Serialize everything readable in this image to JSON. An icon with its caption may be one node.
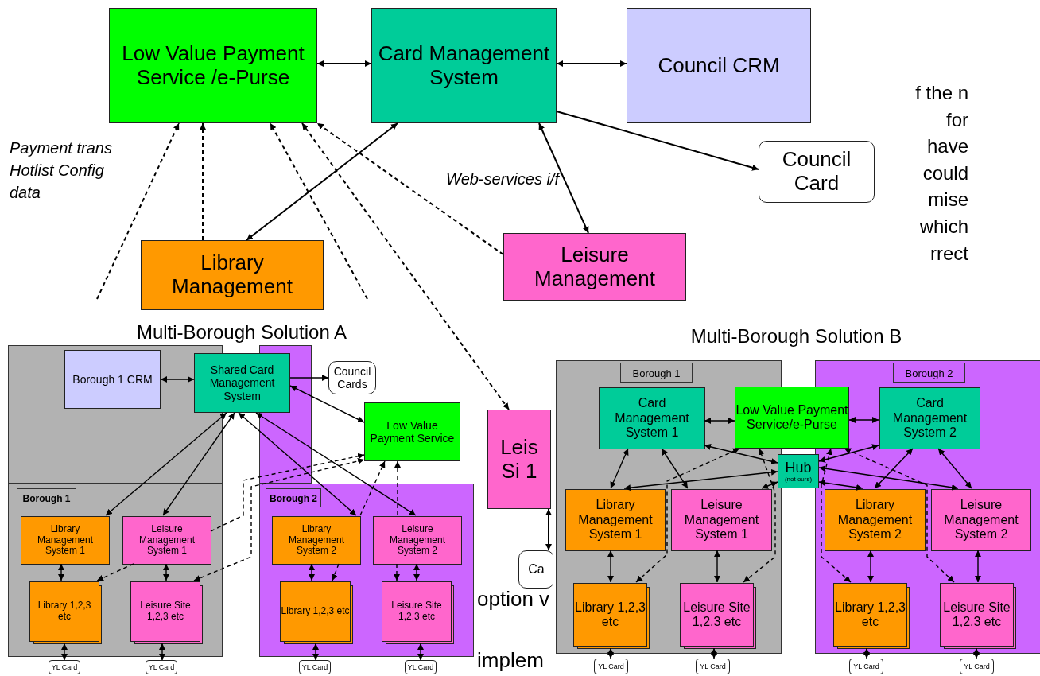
{
  "diagram": {
    "nodes": [
      {
        "text": [
          "Low Value Payment Service /e-Purse"
        ]
      },
      {
        "text": [
          "Card Management System"
        ]
      },
      {
        "text": [
          "Council CRM"
        ]
      },
      {
        "text": [
          "Council Card"
        ]
      },
      {
        "text": [
          "Library Management"
        ]
      },
      {
        "text": [
          "Leisure Management"
        ]
      },
      {
        "text": [
          "Leis Si 1"
        ]
      },
      {
        "text": [
          "Ca"
        ]
      },
      {
        "text": [
          "Multi-Borough Solution A"
        ]
      },
      {
        "text": [
          "Borough 1 CRM"
        ],
        "in": 8
      },
      {
        "text": [
          "Shared Card Management System"
        ],
        "in": 8
      },
      {
        "text": [
          "Council Cards"
        ],
        "in": 8
      },
      {
        "text": [
          "Low Value Payment Service"
        ],
        "in": 8
      },
      {
        "text": [
          "Borough 1"
        ],
        "in": 8
      },
      {
        "text": [
          "Library Management System 1"
        ],
        "in": 13
      },
      {
        "text": [
          "Leisure Management System 1"
        ],
        "in": 13
      },
      {
        "text": [
          "Library 1,2,3 etc"
        ],
        "in": 13
      },
      {
        "text": [
          "Leisure Site 1,2,3 etc"
        ],
        "in": 13
      },
      {
        "text": [
          "Borough 2"
        ],
        "in": 8
      },
      {
        "text": [
          "Library Management System 2"
        ],
        "in": 18
      },
      {
        "text": [
          "Leisure Management System 2"
        ],
        "in": 18
      },
      {
        "text": [
          "Library 1,2,3 etc"
        ],
        "in": 18
      },
      {
        "text": [
          "Leisure Site 1,2,3 etc"
        ],
        "in": 18
      },
      {
        "text": [
          "YL Card"
        ],
        "in": 8
      },
      {
        "text": [
          "YL Card"
        ],
        "in": 8
      },
      {
        "text": [
          "YL Card"
        ],
        "in": 8
      },
      {
        "text": [
          "YL Card"
        ],
        "in": 8
      },
      {
        "text": [
          "Multi-Borough Solution B"
        ]
      },
      {
        "text": [
          "Borough 1"
        ],
        "in": 27
      },
      {
        "text": [
          "Card Management System 1"
        ],
        "in": 28
      },
      {
        "text": [
          "Low Value Payment Service/e-Purse"
        ],
        "in": 27
      },
      {
        "text": [
          "Hub",
          "(not ours)"
        ],
        "in": 27
      },
      {
        "text": [
          "Library Management System 1"
        ],
        "in": 28
      },
      {
        "text": [
          "Leisure Management System 1"
        ],
        "in": 28
      },
      {
        "text": [
          "Library 1,2,3 etc"
        ],
        "in": 28
      },
      {
        "text": [
          "Leisure Site 1,2,3 etc"
        ],
        "in": 28
      },
      {
        "text": [
          "Borough 2"
        ],
        "in": 27
      },
      {
        "text": [
          "Card Management System 2"
        ],
        "in": 36
      },
      {
        "text": [
          "Library Management System 2"
        ],
        "in": 36
      },
      {
        "text": [
          "Leisure Management System 2"
        ],
        "in": 36
      },
      {
        "text": [
          "Library 1,2,3 etc"
        ],
        "in": 36
      },
      {
        "text": [
          "Leisure Site 1,2,3 etc"
        ],
        "in": 36
      },
      {
        "text": [
          "YL Card"
        ],
        "in": 27
      },
      {
        "text": [
          "YL Card"
        ],
        "in": 27
      },
      {
        "text": [
          "YL Card"
        ],
        "in": 27
      },
      {
        "text": [
          "YL Card"
        ],
        "in": 27
      }
    ],
    "edges": [
      {
        "from": 0,
        "to": 1,
        "arrow": "both"
      },
      {
        "from": 1,
        "to": 2,
        "arrow": "both"
      },
      {
        "from": 1,
        "to": 3,
        "arrow": "to"
      },
      {
        "from": 1,
        "to": 4,
        "arrow": "both"
      },
      {
        "from": 1,
        "to": 5,
        "arrow": "both",
        "label": "Web-services i/f"
      },
      {
        "from": null,
        "to": 0,
        "arrow": "to",
        "style": "dashed"
      },
      {
        "from": 4,
        "to": 0,
        "arrow": "to",
        "style": "dashed"
      },
      {
        "from": null,
        "to": 0,
        "arrow": "to",
        "style": "dashed"
      },
      {
        "from": 6,
        "to": 0,
        "arrow": "both",
        "style": "dashed"
      },
      {
        "from": 5,
        "to": 0,
        "arrow": "to",
        "style": "dashed"
      },
      {
        "from": 6,
        "to": 7,
        "arrow": "both"
      },
      {
        "from": 9,
        "to": 10,
        "arrow": "both"
      },
      {
        "from": 10,
        "to": 11,
        "arrow": "to"
      },
      {
        "from": 10,
        "to": 12,
        "arrow": "both"
      },
      {
        "from": 10,
        "to": 14,
        "arrow": "both"
      },
      {
        "from": 10,
        "to": 15,
        "arrow": "both"
      },
      {
        "from": 10,
        "to": 19,
        "arrow": "both"
      },
      {
        "from": 10,
        "to": 20,
        "arrow": "both"
      },
      {
        "from": 14,
        "to": 16,
        "arrow": "both"
      },
      {
        "from": 15,
        "to": 17,
        "arrow": "both"
      },
      {
        "from": 15,
        "to": 16,
        "arrow": "to",
        "style": "dashed"
      },
      {
        "from": 15,
        "to": 12,
        "arrow": "to",
        "style": "dashed"
      },
      {
        "from": 17,
        "to": 12,
        "arrow": "both",
        "style": "dashed"
      },
      {
        "from": 19,
        "to": 12,
        "arrow": "to",
        "style": "dashed"
      },
      {
        "from": 20,
        "to": 12,
        "arrow": "to",
        "style": "dashed"
      },
      {
        "from": 19,
        "to": 21,
        "arrow": "both"
      },
      {
        "from": 19,
        "to": 21,
        "arrow": "to",
        "style": "dashed"
      },
      {
        "from": 20,
        "to": 22,
        "arrow": "to",
        "style": "dashed"
      },
      {
        "from": 20,
        "to": 22,
        "arrow": "both"
      },
      {
        "from": 16,
        "to": 23,
        "arrow": "both"
      },
      {
        "from": 17,
        "to": 24,
        "arrow": "both"
      },
      {
        "from": 21,
        "to": 25,
        "arrow": "both"
      },
      {
        "from": 22,
        "to": 26,
        "arrow": "both"
      },
      {
        "from": 29,
        "to": 30,
        "arrow": "both"
      },
      {
        "from": 30,
        "to": 37,
        "arrow": "both"
      },
      {
        "from": 29,
        "to": 31,
        "arrow": "both"
      },
      {
        "from": 37,
        "to": 31,
        "arrow": "both"
      },
      {
        "from": 29,
        "to": 32,
        "arrow": "both"
      },
      {
        "from": 29,
        "to": 33,
        "arrow": "both"
      },
      {
        "from": 31,
        "to": 32,
        "arrow": "both"
      },
      {
        "from": 31,
        "to": 33,
        "arrow": "both"
      },
      {
        "from": 34,
        "to": 30,
        "arrow": "both",
        "style": "dashed"
      },
      {
        "from": 35,
        "to": 30,
        "arrow": "both",
        "style": "dashed"
      },
      {
        "from": 40,
        "to": 30,
        "arrow": "both",
        "style": "dashed"
      },
      {
        "from": 41,
        "to": 30,
        "arrow": "both",
        "style": "dashed"
      },
      {
        "from": 31,
        "to": 38,
        "arrow": "both"
      },
      {
        "from": 31,
        "to": 39,
        "arrow": "both"
      },
      {
        "from": 37,
        "to": 38,
        "arrow": "both"
      },
      {
        "from": 37,
        "to": 39,
        "arrow": "both"
      },
      {
        "from": 32,
        "to": 34,
        "arrow": "both"
      },
      {
        "from": 33,
        "to": 35,
        "arrow": "both"
      },
      {
        "from": 38,
        "to": 40,
        "arrow": "both"
      },
      {
        "from": 39,
        "to": 41,
        "arrow": "both"
      },
      {
        "from": 34,
        "to": 42,
        "arrow": "both"
      },
      {
        "from": 35,
        "to": 43,
        "arrow": "both"
      },
      {
        "from": 40,
        "to": 44,
        "arrow": "both"
      },
      {
        "from": 41,
        "to": 45,
        "arrow": "both"
      }
    ],
    "labels": [
      "Payment trans Hotlist Config data",
      "f the n for have could mise which rrect",
      "option v",
      "implem"
    ]
  }
}
